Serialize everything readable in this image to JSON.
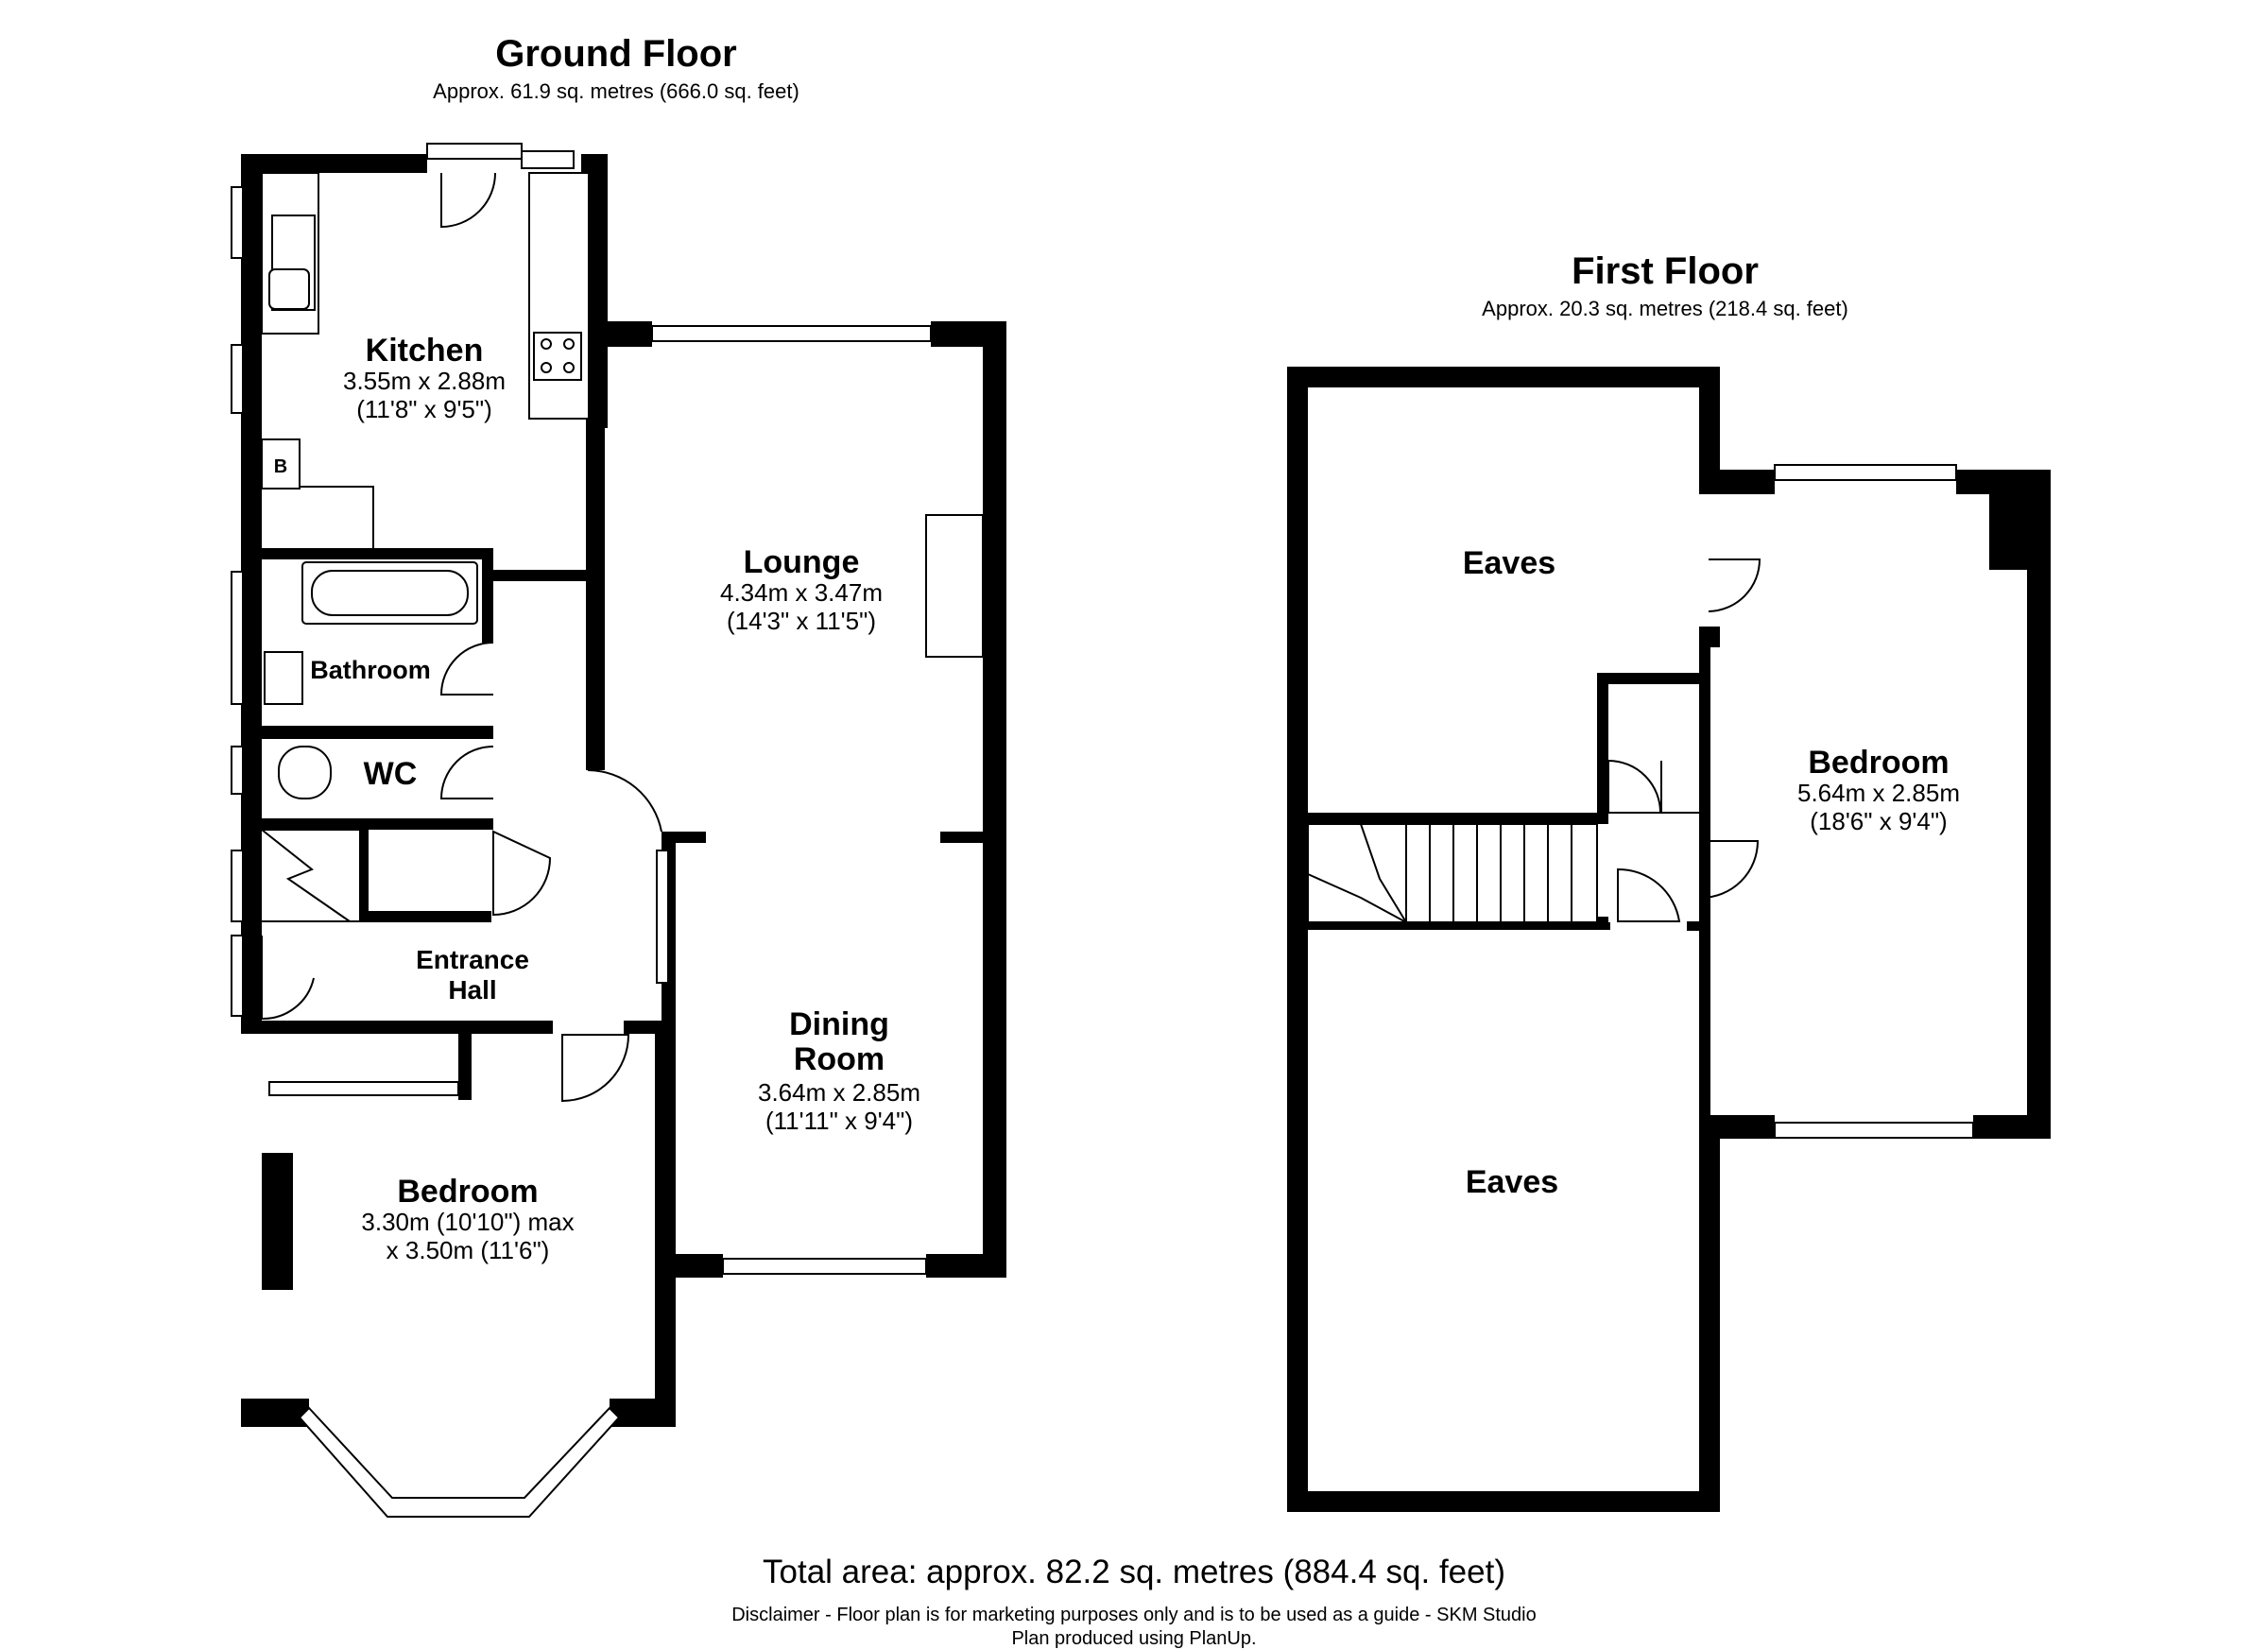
{
  "ground_floor": {
    "title": "Ground Floor",
    "area": "Approx. 61.9 sq. metres (666.0 sq. feet)",
    "rooms": {
      "kitchen": {
        "name": "Kitchen",
        "dim1": "3.55m x 2.88m",
        "dim2": "(11'8\" x 9'5\")"
      },
      "lounge": {
        "name": "Lounge",
        "dim1": "4.34m x 3.47m",
        "dim2": "(14'3\" x 11'5\")"
      },
      "bathroom": {
        "name": "Bathroom"
      },
      "wc": {
        "name": "WC"
      },
      "entrance_hall": {
        "name1": "Entrance",
        "name2": "Hall"
      },
      "dining_room": {
        "name1": "Dining",
        "name2": "Room",
        "dim1": "3.64m x 2.85m",
        "dim2": "(11'11\" x 9'4\")"
      },
      "bedroom": {
        "name": "Bedroom",
        "dim1": "3.30m (10'10\") max",
        "dim2": "x 3.50m (11'6\")"
      }
    },
    "boiler_label": "B"
  },
  "first_floor": {
    "title": "First Floor",
    "area": "Approx. 20.3 sq. metres (218.4 sq. feet)",
    "rooms": {
      "eaves_top": {
        "name": "Eaves"
      },
      "eaves_bottom": {
        "name": "Eaves"
      },
      "bedroom": {
        "name": "Bedroom",
        "dim1": "5.64m x 2.85m",
        "dim2": "(18'6\" x 9'4\")"
      }
    }
  },
  "footer": {
    "total_area": "Total area: approx. 82.2 sq. metres (884.4 sq. feet)",
    "disclaimer": "Disclaimer - Floor plan is for marketing purposes only and is to be used as a guide - SKM Studio",
    "produced_by": "Plan produced using PlanUp."
  }
}
